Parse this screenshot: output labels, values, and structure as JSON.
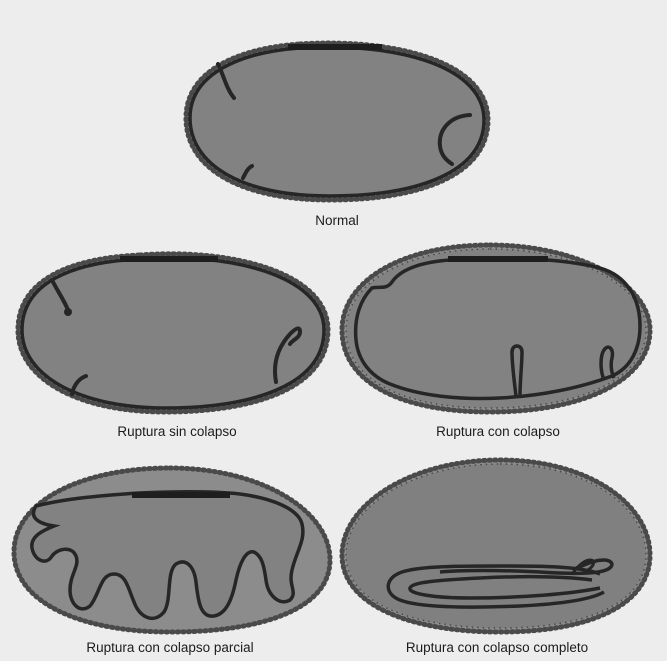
{
  "panels": [
    {
      "id": "normal",
      "caption": "Normal"
    },
    {
      "id": "ruptura-sin-colapso",
      "caption": "Ruptura sin colapso"
    },
    {
      "id": "ruptura-con-colapso",
      "caption": "Ruptura con colapso"
    },
    {
      "id": "ruptura-colapso-parcial",
      "caption": "Ruptura con colapso parcial"
    },
    {
      "id": "ruptura-colapso-completo",
      "caption": "Ruptura con colapso completo"
    }
  ],
  "colors": {
    "shell_fill": "#8a8a8a",
    "inner_fill": "#7e7e7e",
    "outline": "#2a2a2a",
    "dots": "#555555",
    "background": "#ededed"
  }
}
